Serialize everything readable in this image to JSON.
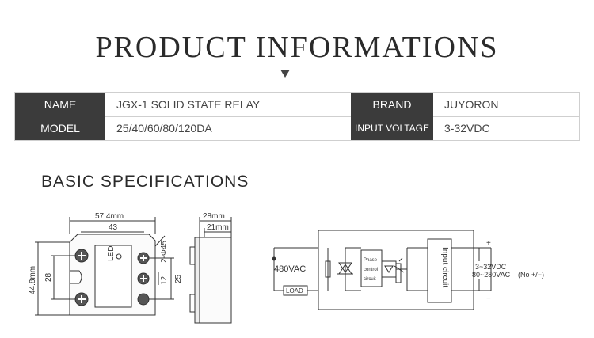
{
  "header": {
    "title": "PRODUCT INFORMATIONS"
  },
  "table": {
    "row1": {
      "label1": "NAME",
      "value1": "JGX-1 SOLID STATE RELAY",
      "label2": "BRAND",
      "value2": "JUYORON"
    },
    "row2": {
      "label1": "MODEL",
      "value1": "25/40/60/80/120DA",
      "label2": "INPUT VOLTAGE",
      "value2": "3-32VDC"
    }
  },
  "section": {
    "title": "BASIC SPECIFICATIONS"
  },
  "dimensions": {
    "width_total": "57.4mm",
    "width_holes": "43",
    "height_total": "44.8mm",
    "height_inner": "28",
    "hole_dia": "2-Φ45",
    "pin_spacing": "12",
    "pin_height": "25",
    "led_label": "LED",
    "depth_total": "28mm",
    "depth_body": "21mm"
  },
  "circuit": {
    "ac_voltage": "480VAC",
    "load_label": "LOAD",
    "phase_label_1": "Phase",
    "phase_label_2": "control",
    "phase_label_3": "circuit",
    "input_circuit": "Input circuit",
    "plus": "+",
    "minus": "−",
    "dc_range": "3~32VDC",
    "ac_range": "80~280VAC",
    "polarity_note": "(No +/−)"
  }
}
